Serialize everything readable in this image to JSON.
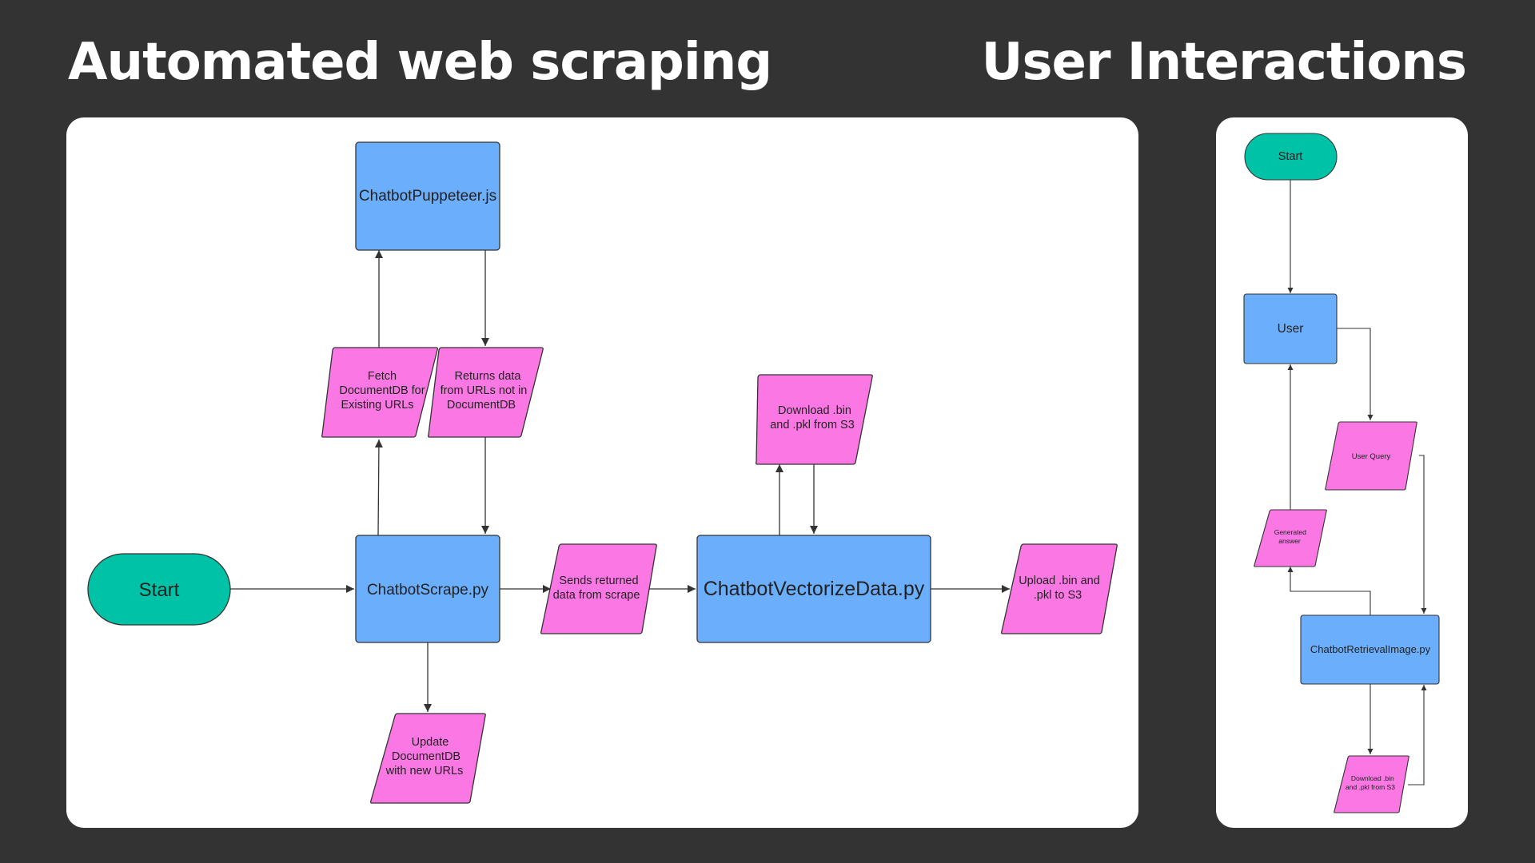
{
  "titles": {
    "left": "Automated web scraping",
    "right": "User Interactions"
  },
  "colors": {
    "background": "#333333",
    "panel": "#ffffff",
    "process": "#6aaefc",
    "data": "#fb77e4",
    "terminator": "#00c2a6",
    "edge": "#333333"
  },
  "scraping": {
    "start": "Start",
    "puppeteer": "ChatbotPuppeteer.js",
    "fetch": [
      "Fetch",
      "DocumentDB for",
      "Existing URLs"
    ],
    "returns": [
      "Returns data",
      "from URLs not in",
      "DocumentDB"
    ],
    "scrape": "ChatbotScrape.py",
    "sends": [
      "Sends returned",
      "data from scrape"
    ],
    "vectorize": "ChatbotVectorizeData.py",
    "download": [
      "Download .bin",
      "and .pkl from S3"
    ],
    "upload": [
      "Upload .bin and",
      ".pkl to S3"
    ],
    "update": [
      "Update",
      "DocumentDB",
      "with new URLs"
    ]
  },
  "interactions": {
    "start": "Start",
    "user": "User",
    "query": "User Query",
    "answer": [
      "Generated",
      "answer"
    ],
    "retrieval": "ChatbotRetrievalImage.py",
    "download": [
      "Download .bin",
      "and .pkl from S3"
    ]
  }
}
